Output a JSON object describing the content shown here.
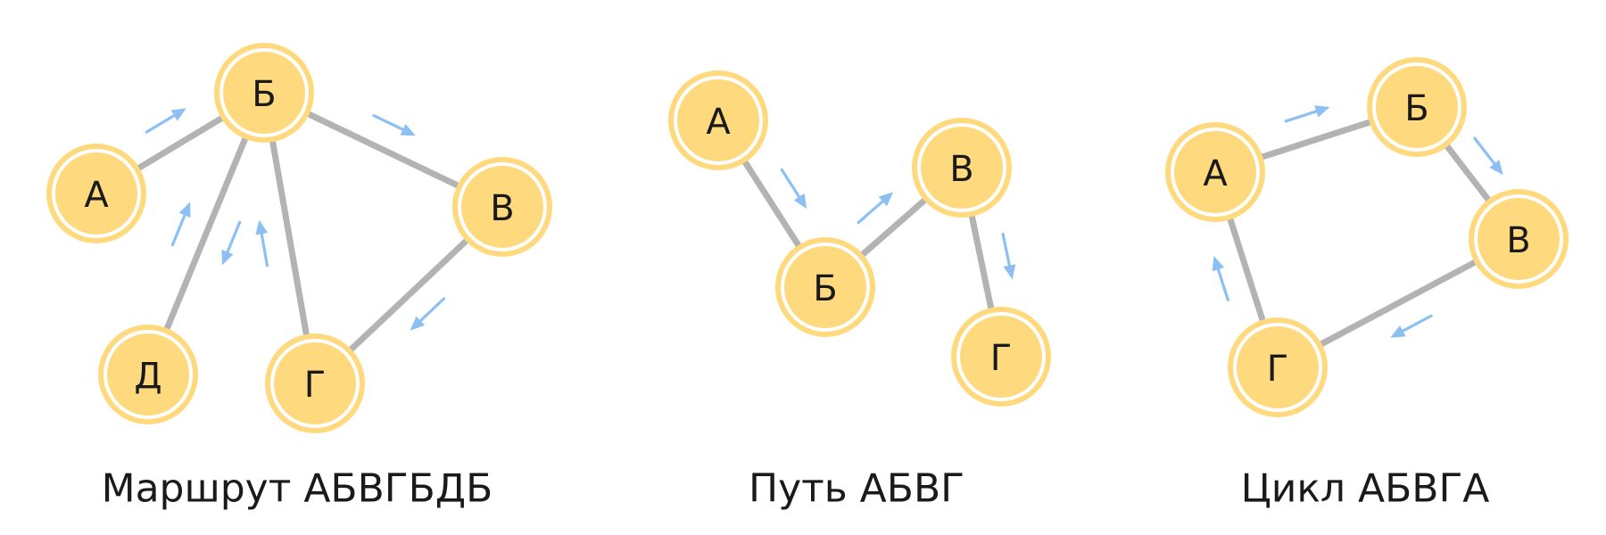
{
  "diagrams": [
    {
      "caption": "Маршрут АБВГБДБ",
      "nodes": [
        "А",
        "Б",
        "В",
        "Г",
        "Д"
      ],
      "edges": [
        [
          "А",
          "Б"
        ],
        [
          "Б",
          "В"
        ],
        [
          "В",
          "Г"
        ],
        [
          "Г",
          "Б"
        ],
        [
          "Б",
          "Д"
        ]
      ],
      "traversal": [
        "А",
        "Б",
        "В",
        "Г",
        "Б",
        "Д",
        "Б"
      ]
    },
    {
      "caption": "Путь АБВГ",
      "nodes": [
        "А",
        "Б",
        "В",
        "Г"
      ],
      "edges": [
        [
          "А",
          "Б"
        ],
        [
          "Б",
          "В"
        ],
        [
          "В",
          "Г"
        ]
      ],
      "traversal": [
        "А",
        "Б",
        "В",
        "Г"
      ]
    },
    {
      "caption": "Цикл АБВГА",
      "nodes": [
        "А",
        "Б",
        "В",
        "Г"
      ],
      "edges": [
        [
          "А",
          "Б"
        ],
        [
          "Б",
          "В"
        ],
        [
          "В",
          "Г"
        ],
        [
          "Г",
          "А"
        ]
      ],
      "traversal": [
        "А",
        "Б",
        "В",
        "Г",
        "А"
      ]
    }
  ],
  "colors": {
    "node_fill": "#ffd97d",
    "node_ring": "#ffffff",
    "edge": "#b3b3b3",
    "arrow": "#8cc0f5",
    "text": "#1a1a1a"
  }
}
